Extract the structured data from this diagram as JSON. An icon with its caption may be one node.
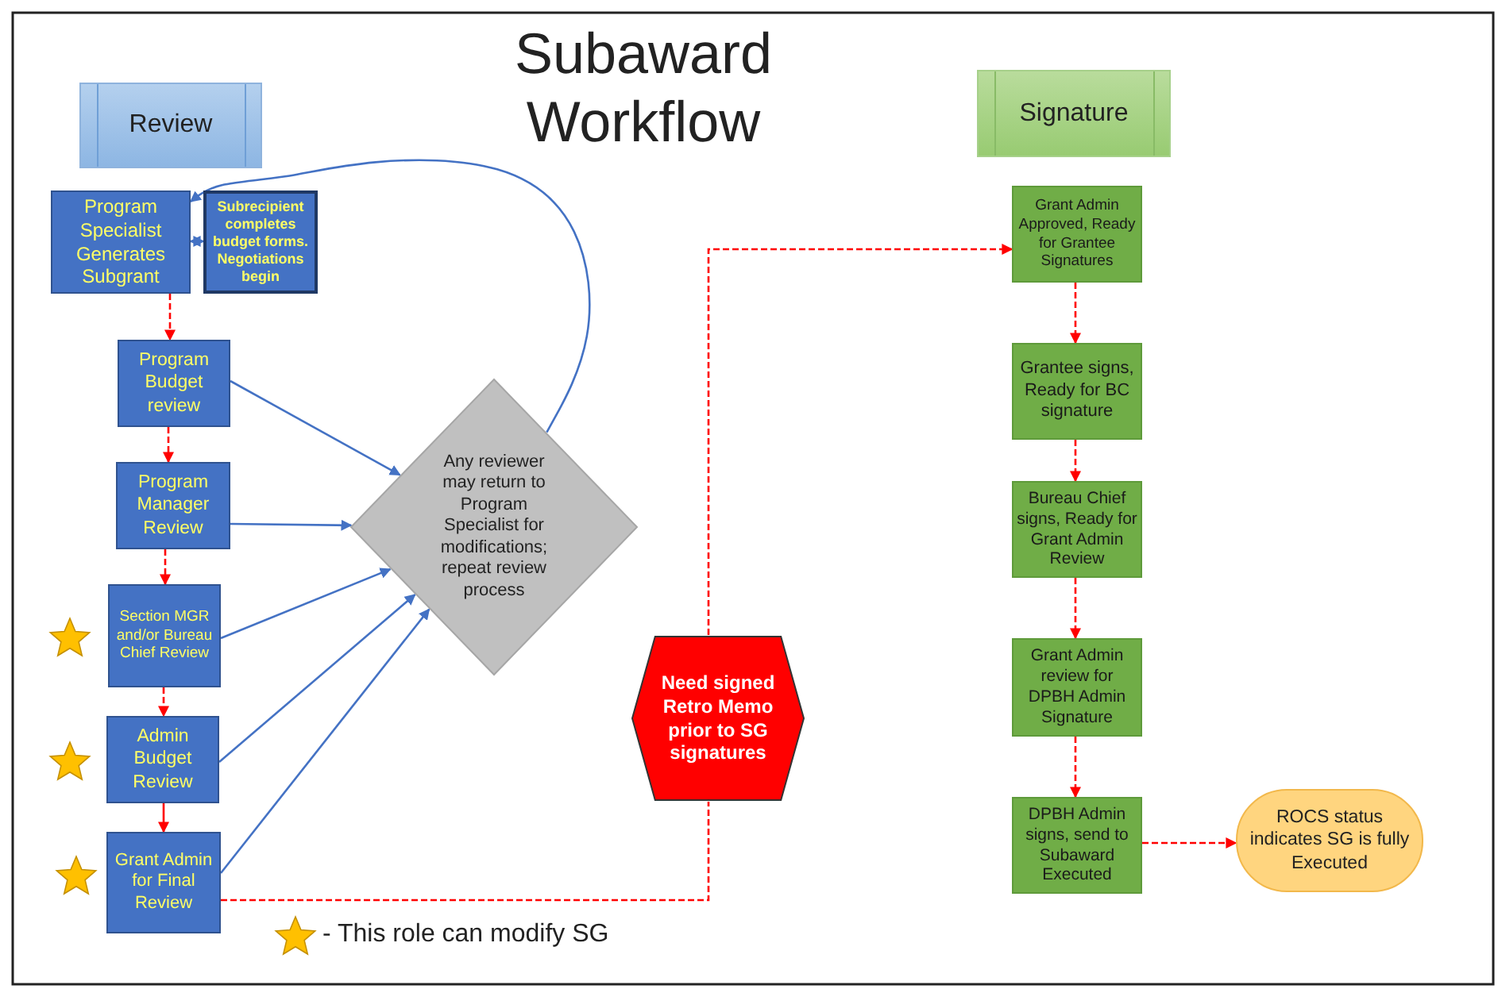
{
  "diagram": {
    "title": "Subaward Workflow",
    "nodes": [
      {
        "text": [
          "Review"
        ]
      },
      {
        "text": [
          "Signature"
        ]
      },
      {
        "text": [
          "Program Specialist Generates Subgrant"
        ]
      },
      {
        "text": [
          "Subrecipient completes budget forms. Negotiations begin"
        ]
      },
      {
        "text": [
          "Program Budget review"
        ]
      },
      {
        "text": [
          "Program Manager Review"
        ]
      },
      {
        "text": [
          "Section MGR and/or Bureau Chief Review"
        ]
      },
      {
        "text": [
          "Admin Budget Review"
        ]
      },
      {
        "text": [
          "Grant Admin for Final Review"
        ]
      },
      {
        "text": [
          "Any reviewer may return to Program Specialist for modifications; repeat review process"
        ]
      },
      {
        "text": [
          "Need signed Retro Memo prior to SG signatures"
        ]
      },
      {
        "text": [
          "Grant Admin Approved, Ready for Grantee Signatures"
        ]
      },
      {
        "text": [
          "Grantee signs, Ready for BC signature"
        ]
      },
      {
        "text": [
          "Bureau Chief signs, Ready for Grant Admin Review"
        ]
      },
      {
        "text": [
          "Grant Admin review for DPBH Admin Signature"
        ]
      },
      {
        "text": [
          "DPBH Admin signs, send to Subaward Executed"
        ]
      },
      {
        "text": [
          "ROCS status indicates SG is fully Executed"
        ]
      }
    ],
    "edges": [
      {
        "from": 9,
        "to": 2,
        "arrow": "to",
        "color": "#4472c4"
      },
      {
        "from": 2,
        "to": 3,
        "arrow": "both",
        "color": "#4472c4"
      },
      {
        "from": 2,
        "to": 4,
        "arrow": "to",
        "style": "dashed"
      },
      {
        "from": 4,
        "to": 5,
        "arrow": "to",
        "style": "dashed"
      },
      {
        "from": 5,
        "to": 6,
        "arrow": "to",
        "style": "dashed"
      },
      {
        "from": 6,
        "to": 7,
        "arrow": "to",
        "style": "dashed"
      },
      {
        "from": 7,
        "to": 8,
        "arrow": "to"
      },
      {
        "from": 4,
        "to": 9,
        "arrow": "to",
        "color": "#4472c4"
      },
      {
        "from": 5,
        "to": 9,
        "arrow": "to",
        "color": "#4472c4"
      },
      {
        "from": 6,
        "to": 9,
        "arrow": "to",
        "color": "#4472c4"
      },
      {
        "from": 7,
        "to": 9,
        "arrow": "to",
        "color": "#4472c4"
      },
      {
        "from": 8,
        "to": 9,
        "arrow": "to",
        "color": "#4472c4"
      },
      {
        "from": 8,
        "to": 10,
        "arrow": "none",
        "style": "dashed"
      },
      {
        "from": 10,
        "to": 11,
        "arrow": "to",
        "style": "dashed"
      },
      {
        "from": 11,
        "to": 12,
        "arrow": "to",
        "style": "dashed"
      },
      {
        "from": 12,
        "to": 13,
        "arrow": "to",
        "style": "dashed"
      },
      {
        "from": 13,
        "to": 14,
        "arrow": "to",
        "style": "dashed"
      },
      {
        "from": 14,
        "to": 15,
        "arrow": "to",
        "style": "dashed"
      },
      {
        "from": 15,
        "to": 16,
        "arrow": "to",
        "style": "dashed"
      }
    ],
    "legend": [
      {
        "text": "- This role can modify SG"
      }
    ]
  }
}
